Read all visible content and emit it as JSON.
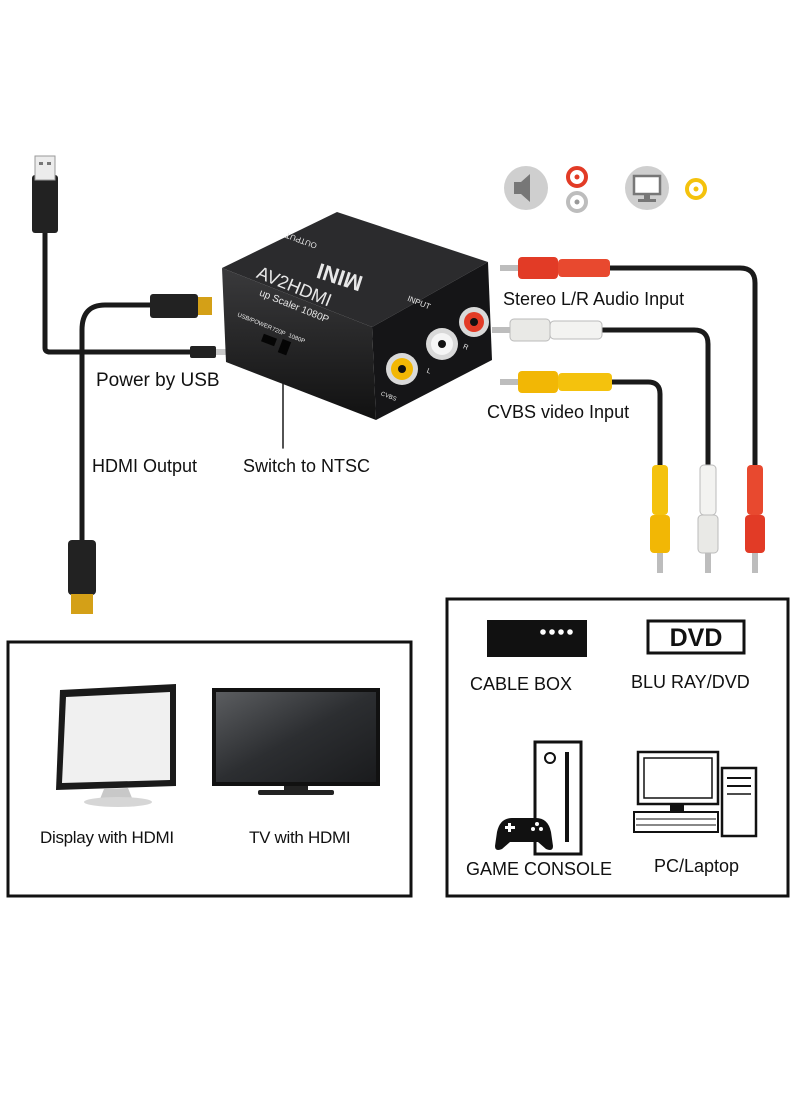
{
  "device": {
    "brand": "MINI",
    "model": "AV2HDMI",
    "subtitle": "up Scaler 1080P",
    "port_output": "OUTPUT",
    "port_input": "INPUT",
    "port_usb": "USB/POWER",
    "switch_720": "720P",
    "switch_1080": "1080P",
    "jack_cvbs": "CVBS",
    "jack_l": "L",
    "jack_r": "R"
  },
  "labels": {
    "power": "Power by USB",
    "hdmi_output": "HDMI Output",
    "switch": "Switch to NTSC",
    "audio_input": "Stereo L/R Audio Input",
    "video_input": "CVBS video Input"
  },
  "icons": {
    "audio": "speaker-icon",
    "video": "monitor-icon"
  },
  "outputs": {
    "display": "Display with HDMI",
    "tv": "TV with HDMI"
  },
  "sources": {
    "cable_box": "CABLE BOX",
    "dvd_logo": "DVD",
    "dvd": "BLU RAY/DVD",
    "game_console": "GAME CONSOLE",
    "pc": "PC/Laptop"
  },
  "colors": {
    "device_body": "#1c1c1e",
    "rca_red": "#e23b26",
    "rca_white": "#f1f1ef",
    "rca_yellow": "#f4c20d",
    "connector_gold": "#d4a017",
    "cable": "#1a1a1a"
  }
}
